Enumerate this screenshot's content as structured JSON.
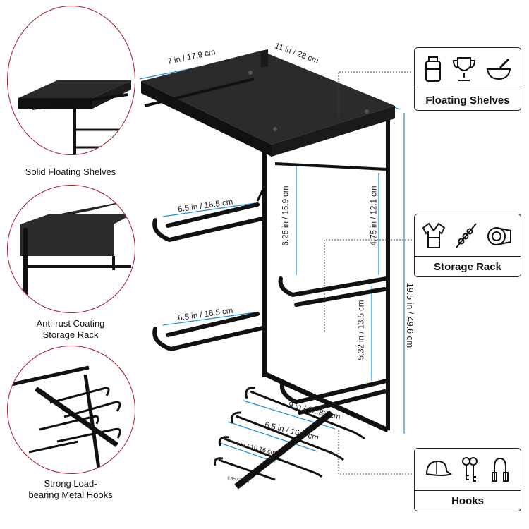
{
  "features": {
    "solid_shelves": "Solid Floating Shelves",
    "anti_rust_line1": "Anti-rust Coating",
    "anti_rust_line2": "Storage Rack",
    "hooks_line1": "Strong Load-",
    "hooks_line2": "bearing Metal Hooks"
  },
  "categories": {
    "floating_shelves": "Floating Shelves",
    "storage_rack": "Storage Rack",
    "hooks": "Hooks"
  },
  "dimensions": {
    "shelf_depth": "7 in / 17.9 cm",
    "shelf_width": "11 in / 28 cm",
    "arm_upper": "6.5 in / 16.5 cm",
    "arm_lower": "6.5 in / 16.5 cm",
    "spacing_upper": "6.25 in / 15.9 cm",
    "spacing_right": "4.75 in / 12.1 cm",
    "spacing_lower": "5.32 in / 13.5 cm",
    "total_height": "19.5 in / 49.6 cm",
    "hook_bar": "9 in / 22.86 cm",
    "hook_arm": "6.5 in / 16.5 cm",
    "hook_small": "4 in / 10.16 cm",
    "hook_tiny": "6.35 / 2.5 in"
  },
  "colors": {
    "accent": "#1a8fd1",
    "ring": "#a61c2c",
    "metal": "#1c1c1c"
  }
}
